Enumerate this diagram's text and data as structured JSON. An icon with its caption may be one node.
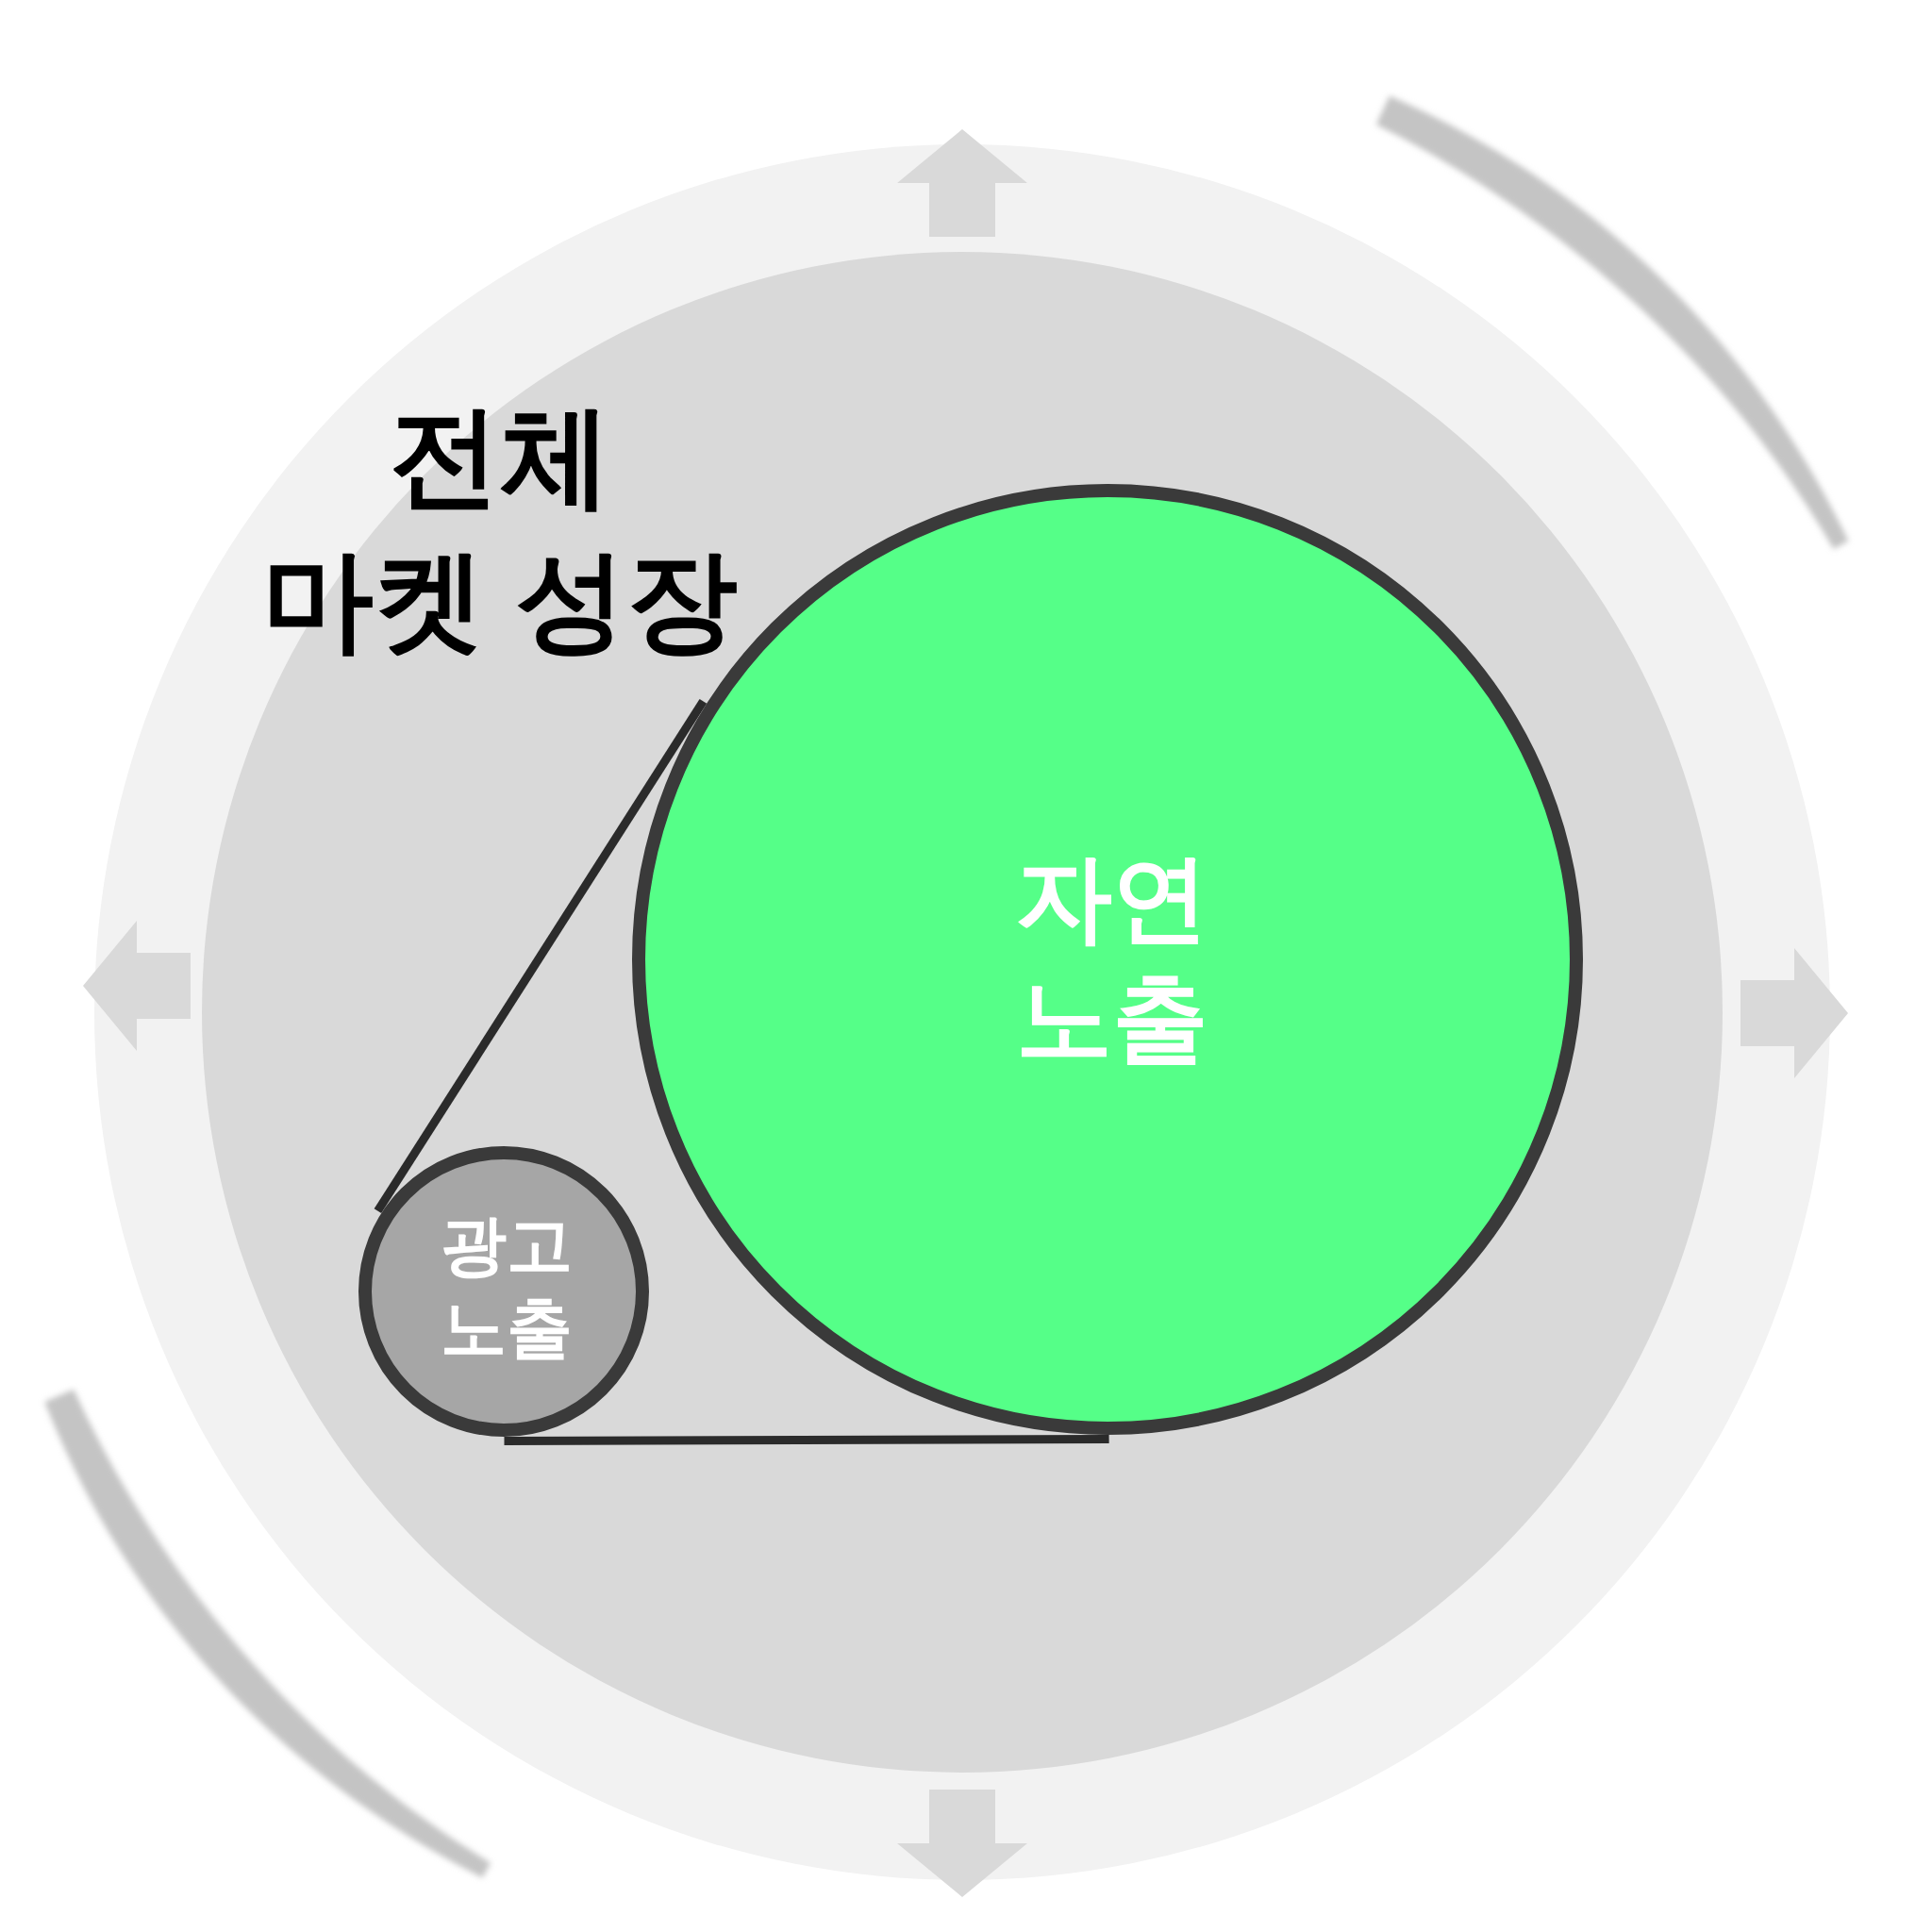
{
  "diagram": {
    "nodes": [
      {
        "text": [
          "전체 마켓 성장"
        ]
      },
      {
        "text": [
          "자연 노출"
        ],
        "in": 0
      },
      {
        "text": [
          "광고 노출"
        ],
        "in": 0
      }
    ],
    "edges": [
      {
        "from": 2,
        "to": 1,
        "arrow": "none"
      },
      {
        "from": 2,
        "to": 1,
        "arrow": "none"
      }
    ]
  }
}
